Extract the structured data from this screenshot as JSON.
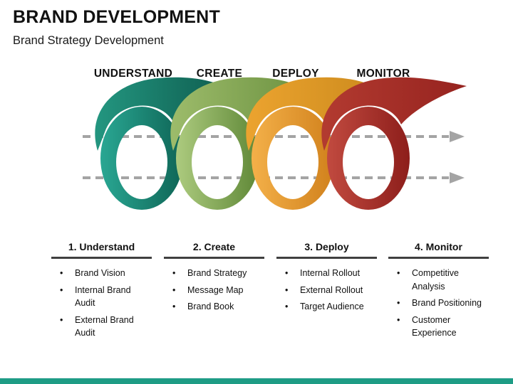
{
  "header": {
    "title": "BRAND DEVELOPMENT",
    "subtitle": "Brand Strategy Development"
  },
  "diagram": {
    "stages": [
      {
        "label": "UNDERSTAND",
        "ring": [
          "#2AA894",
          "#0E6455"
        ],
        "tail": [
          "#23957F",
          "#0F5F51"
        ]
      },
      {
        "label": "CREATE",
        "ring": [
          "#AECC80",
          "#5E8736"
        ],
        "tail": [
          "#9CBB6A",
          "#6F9443"
        ]
      },
      {
        "label": "DEPLOY",
        "ring": [
          "#F4B14A",
          "#D0801B"
        ],
        "tail": [
          "#EBA32F",
          "#CE8C1E"
        ]
      },
      {
        "label": "MONITOR",
        "ring": [
          "#C24B40",
          "#8C1D1A"
        ],
        "tail": [
          "#B23A30",
          "#96231F"
        ]
      }
    ],
    "arrow_color": "#A4A4A4",
    "label_color": "#111111"
  },
  "columns": [
    {
      "heading": "1. Understand",
      "items": [
        "Brand Vision",
        "Internal Brand Audit",
        "External Brand Audit"
      ]
    },
    {
      "heading": "2. Create",
      "items": [
        "Brand Strategy",
        "Message Map",
        "Brand Book"
      ]
    },
    {
      "heading": "3. Deploy",
      "items": [
        "Internal Rollout",
        "External Rollout",
        "Target Audience"
      ]
    },
    {
      "heading": "4. Monitor",
      "items": [
        "Competitive Analysis",
        "Brand Positioning",
        "Customer Experience"
      ]
    }
  ],
  "bullet_char": "•",
  "footer": {
    "bar_color": "#1E9C85"
  }
}
